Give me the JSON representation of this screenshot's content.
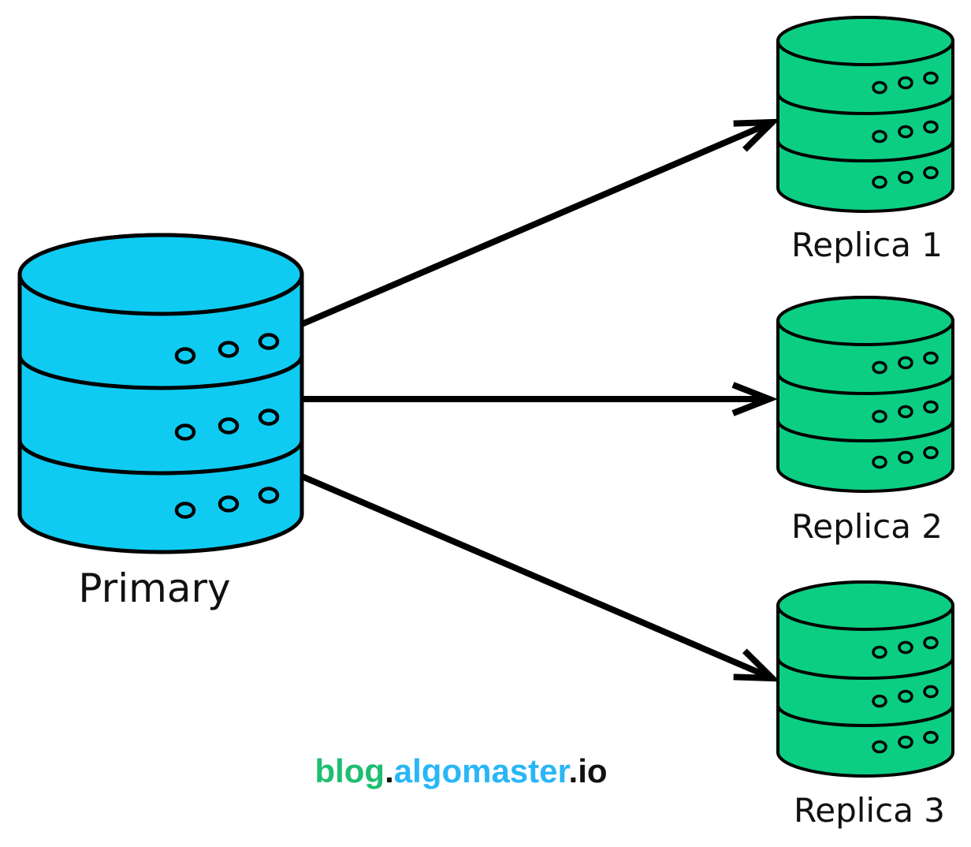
{
  "diagram": {
    "type": "database-replication",
    "stroke_color": "#000000",
    "background_color": "#ffffff",
    "nodes": [
      {
        "id": "primary",
        "label": "Primary",
        "role": "primary-database",
        "color": "#0FCBF2"
      },
      {
        "id": "replica-1",
        "label": "Replica 1",
        "role": "replica-database",
        "color": "#0BCE82"
      },
      {
        "id": "replica-2",
        "label": "Replica 2",
        "role": "replica-database",
        "color": "#0BCE82"
      },
      {
        "id": "replica-3",
        "label": "Replica 3",
        "role": "replica-database",
        "color": "#0BCE82"
      }
    ],
    "edges": [
      {
        "from": "Primary",
        "to": "Replica 1"
      },
      {
        "from": "Primary",
        "to": "Replica 2"
      },
      {
        "from": "Primary",
        "to": "Replica 3"
      }
    ]
  },
  "watermark": {
    "segments": [
      {
        "text": "blog",
        "color": "#1DBE70"
      },
      {
        "text": ".",
        "color": "#111111"
      },
      {
        "text": "algomaster",
        "color": "#29B6F6"
      },
      {
        "text": ".",
        "color": "#111111"
      },
      {
        "text": "io",
        "color": "#111111"
      }
    ]
  }
}
